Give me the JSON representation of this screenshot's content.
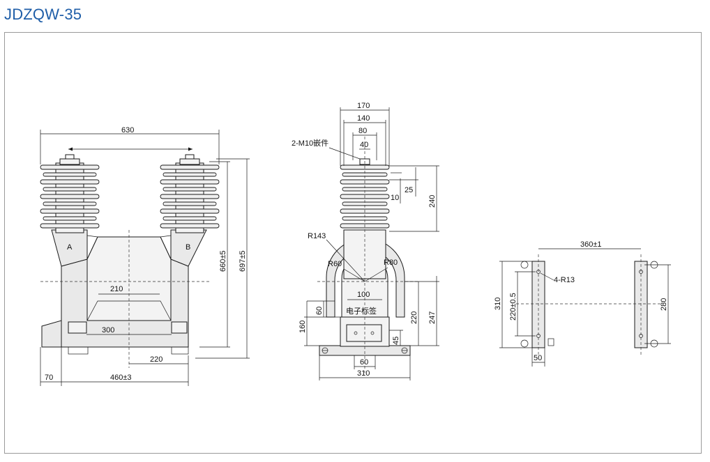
{
  "title": "JDZQW-35",
  "front_view": {
    "labels": {
      "terminal_a": "A",
      "terminal_b": "B"
    },
    "dims": {
      "width_630": "630",
      "width_210": "210",
      "width_300": "300",
      "width_220": "220",
      "width_70": "70",
      "width_460": "460±3",
      "height_660": "660±5",
      "height_697": "697±5"
    }
  },
  "side_view": {
    "labels": {
      "bolt": "2-M10嵌件",
      "r143": "R143",
      "r60": "R60",
      "r80": "R80",
      "nameplate": "电子标签"
    },
    "dims": {
      "w170": "170",
      "w140": "140",
      "w80": "80",
      "w40": "40",
      "w100": "100",
      "w60_bottom": "60",
      "w310": "310",
      "h25": "25",
      "h10": "10",
      "h240": "240",
      "h60": "60",
      "h160": "160",
      "h220": "220",
      "h247": "247",
      "h45": "45"
    }
  },
  "base_view": {
    "labels": {
      "holes": "4-R13"
    },
    "dims": {
      "w360": "360±1",
      "h310": "310",
      "h220": "220±0.5",
      "h280": "280",
      "w50": "50"
    }
  }
}
